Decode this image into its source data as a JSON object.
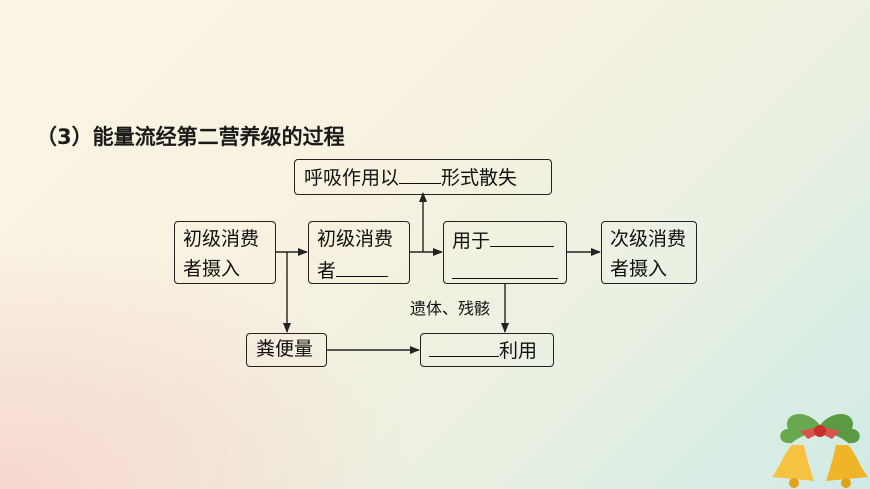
{
  "title": "（3）能量流经第二营养级的过程",
  "boxes": {
    "respiration": {
      "before": "呼吸作用以",
      "after": "形式散失"
    },
    "primary": {
      "line1": "初级消费",
      "line2": "者摄入"
    },
    "primary_assim": {
      "line1": "初级消费",
      "line2": "者"
    },
    "used_for": {
      "line1": "用于"
    },
    "secondary": {
      "line1": "次级消费",
      "line2": "者摄入"
    },
    "feces": {
      "label": "粪便量"
    },
    "decomposer": {
      "after": "利用"
    }
  },
  "edge_label": "遗体、残骸",
  "colors": {
    "stroke": "#222222",
    "text": "#111111"
  }
}
